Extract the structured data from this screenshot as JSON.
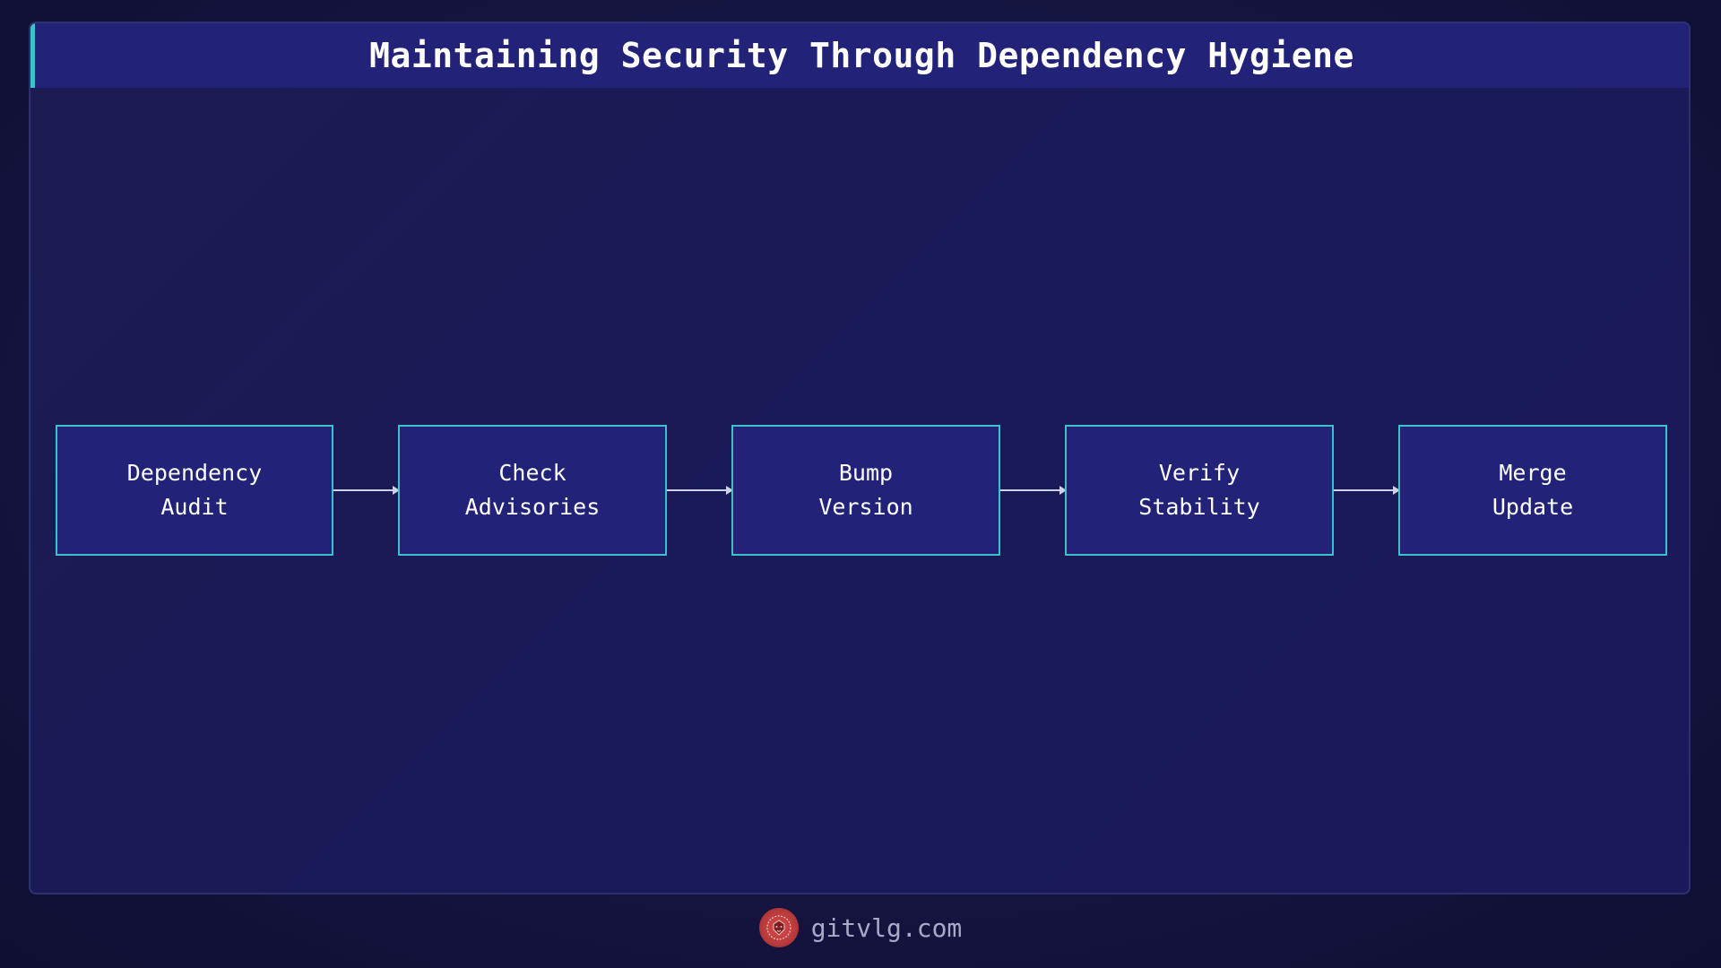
{
  "title": "Maintaining Security Through Dependency Hygiene",
  "steps": [
    {
      "label": "Dependency\nAudit"
    },
    {
      "label": "Check\nAdvisories"
    },
    {
      "label": "Bump\nVersion"
    },
    {
      "label": "Verify\nStability"
    },
    {
      "label": "Merge\nUpdate"
    }
  ],
  "footer": {
    "logo_icon": "lion-logo-icon",
    "site": "gitvlg.com"
  },
  "colors": {
    "background": "#14143f",
    "node_fill": "#222378",
    "node_border": "#3fc1c9",
    "accent": "#3fc1c9",
    "logo": "#d94b4b"
  }
}
